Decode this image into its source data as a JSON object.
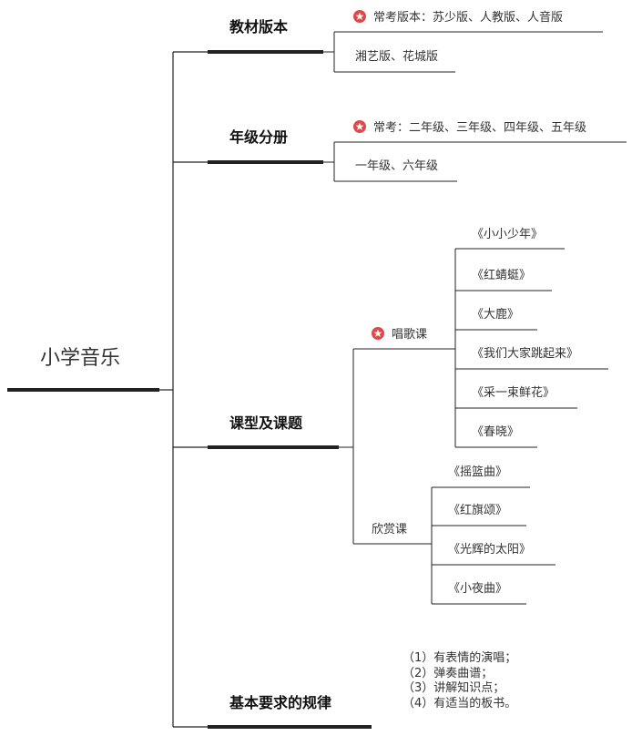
{
  "root": {
    "label": "小学音乐"
  },
  "branches": [
    {
      "label": "教材版本",
      "items": [
        {
          "label": "常考版本：苏少版、人教版、人音版",
          "icon": "star-badge-icon"
        },
        {
          "label": "湘艺版、花城版"
        }
      ]
    },
    {
      "label": "年级分册",
      "items": [
        {
          "label": "常考：二年级、三年级、四年级、五年级",
          "icon": "star-badge-icon"
        },
        {
          "label": "一年级、六年级"
        }
      ]
    },
    {
      "label": "课型及课题",
      "subgroups": [
        {
          "label": "唱歌课",
          "icon": "star-badge-icon",
          "items": [
            "《小小少年》",
            "《红蜻蜓》",
            "《大鹿》",
            "《我们大家跳起来》",
            "《采一束鲜花》",
            "《春晓》"
          ]
        },
        {
          "label": "欣赏课",
          "items": [
            "《摇篮曲》",
            "《红旗颂》",
            "《光辉的太阳》",
            "《小夜曲》"
          ]
        }
      ]
    },
    {
      "label": "基本要求的规律",
      "requirements": [
        "（1）有表情的演唱；",
        "（2）弹奏曲谱；",
        "（3）讲解知识点；",
        "（4）有适当的板书。"
      ]
    }
  ],
  "colors": {
    "line": "#222222",
    "badge": "#e04848",
    "text": "#333333"
  }
}
